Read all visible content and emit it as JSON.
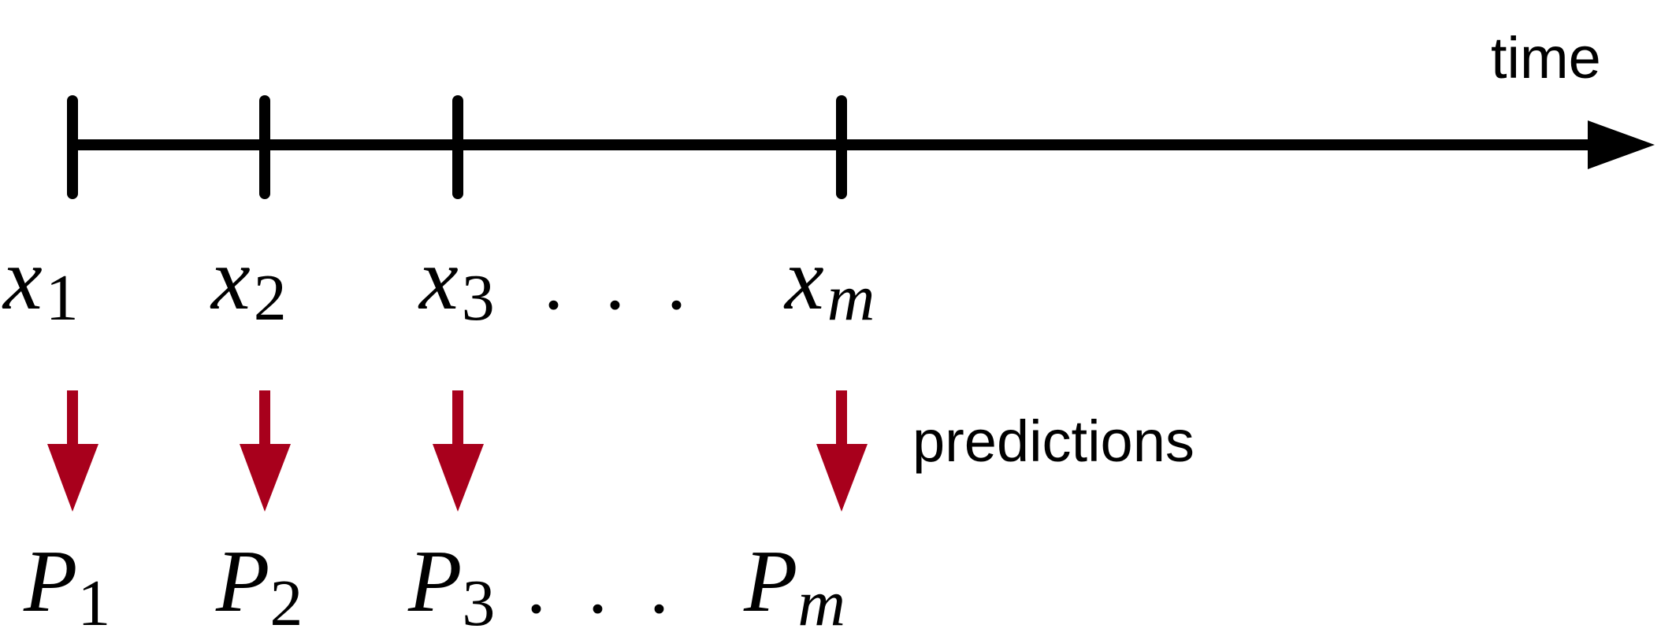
{
  "axis": {
    "label": "time",
    "line_color": "#000000"
  },
  "prediction_label": "predictions",
  "arrow_color": "#a8001c",
  "inputs": [
    {
      "base": "x",
      "sub": "1",
      "sub_italic": false,
      "trailing": ""
    },
    {
      "base": "x",
      "sub": "2",
      "sub_italic": false,
      "trailing": ""
    },
    {
      "base": "x",
      "sub": "3",
      "sub_italic": false,
      "trailing": ". . ."
    },
    {
      "base": "x",
      "sub": "m",
      "sub_italic": true,
      "trailing": ""
    }
  ],
  "outputs": [
    {
      "base": "P",
      "sub": "1",
      "sub_italic": false,
      "trailing": ""
    },
    {
      "base": "P",
      "sub": "2",
      "sub_italic": false,
      "trailing": ""
    },
    {
      "base": "P",
      "sub": "3",
      "sub_italic": false,
      "trailing": ". . ."
    },
    {
      "base": "P",
      "sub": "m",
      "sub_italic": true,
      "trailing": ""
    }
  ]
}
